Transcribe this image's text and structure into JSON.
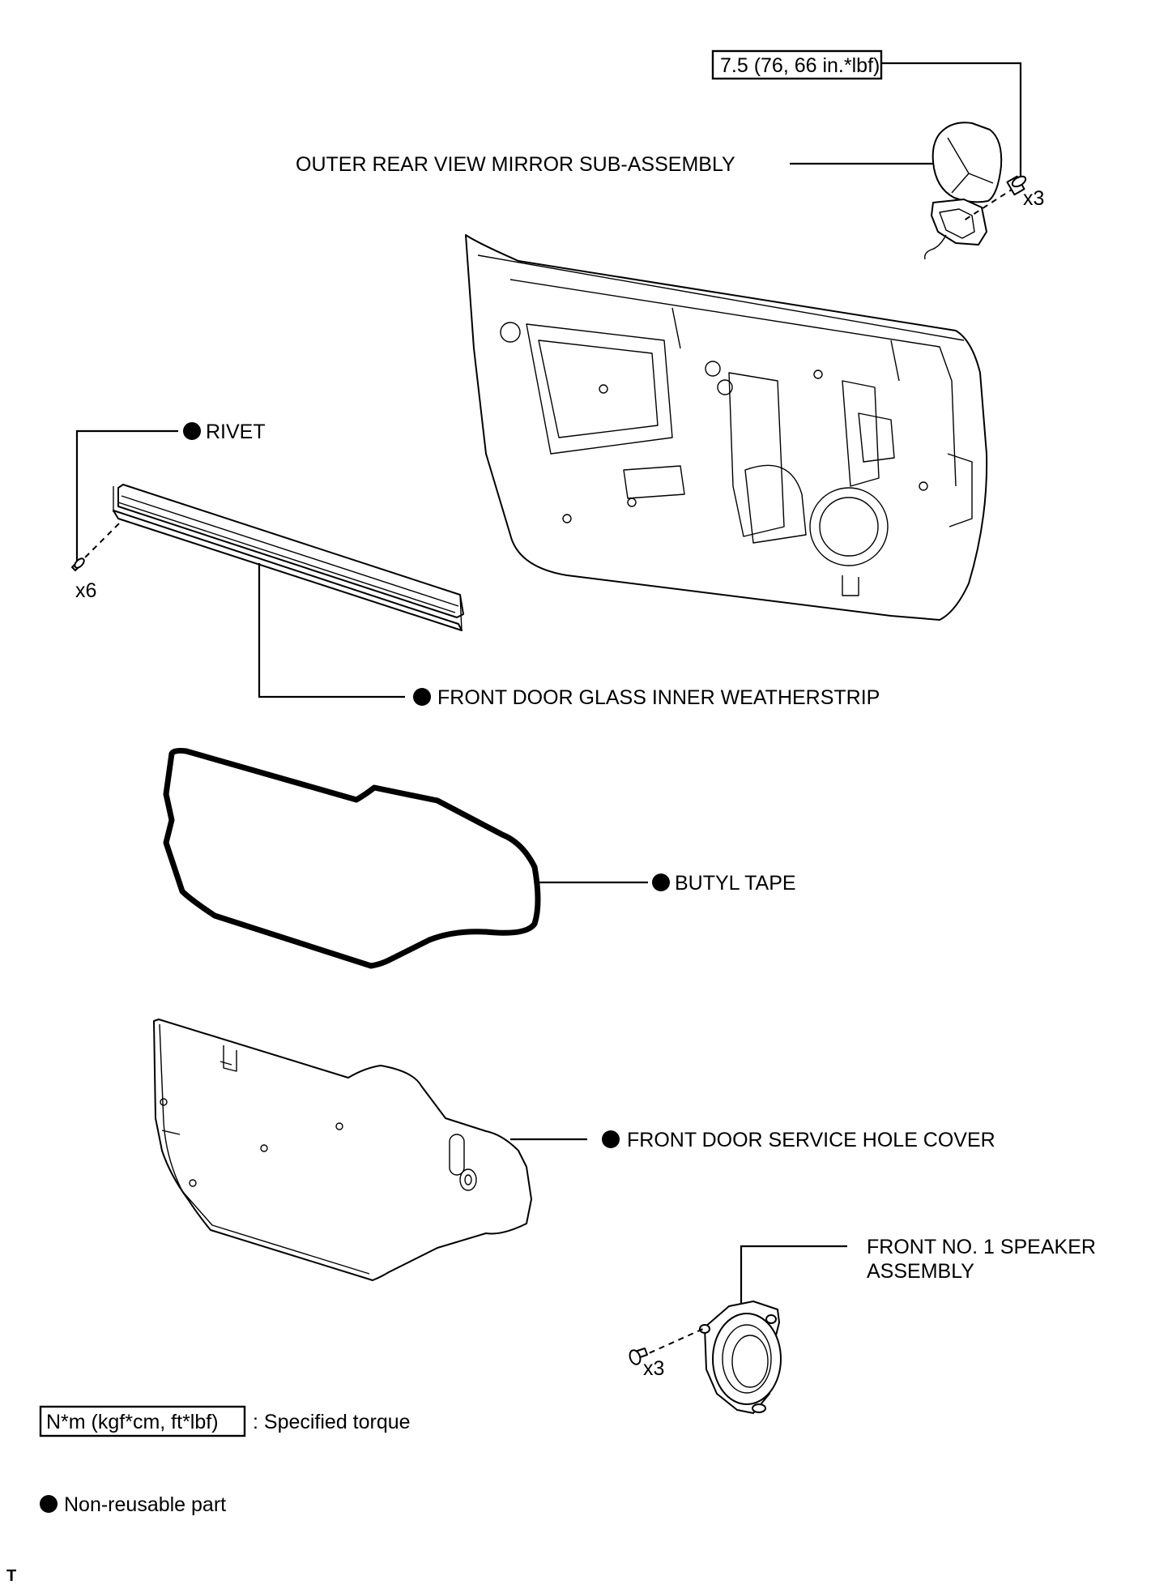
{
  "callouts": {
    "torque_value": "7.5 (76, 66 in.*lbf)",
    "mirror": "OUTER REAR VIEW MIRROR SUB-ASSEMBLY",
    "mirror_qty": "x3",
    "rivet": "RIVET",
    "rivet_qty": "x6",
    "weatherstrip": "FRONT DOOR GLASS INNER WEATHERSTRIP",
    "butyl_tape": "BUTYL TAPE",
    "service_hole_cover": "FRONT DOOR SERVICE HOLE COVER",
    "speaker_line1": "FRONT NO. 1 SPEAKER",
    "speaker_line2": "ASSEMBLY",
    "speaker_qty": "x3"
  },
  "legend": {
    "torque_box": "N*m (kgf*cm, ft*lbf)",
    "torque_text": ": Specified torque",
    "nonreusable_text": "Non-reusable part"
  },
  "footer": {
    "mark": "T"
  }
}
